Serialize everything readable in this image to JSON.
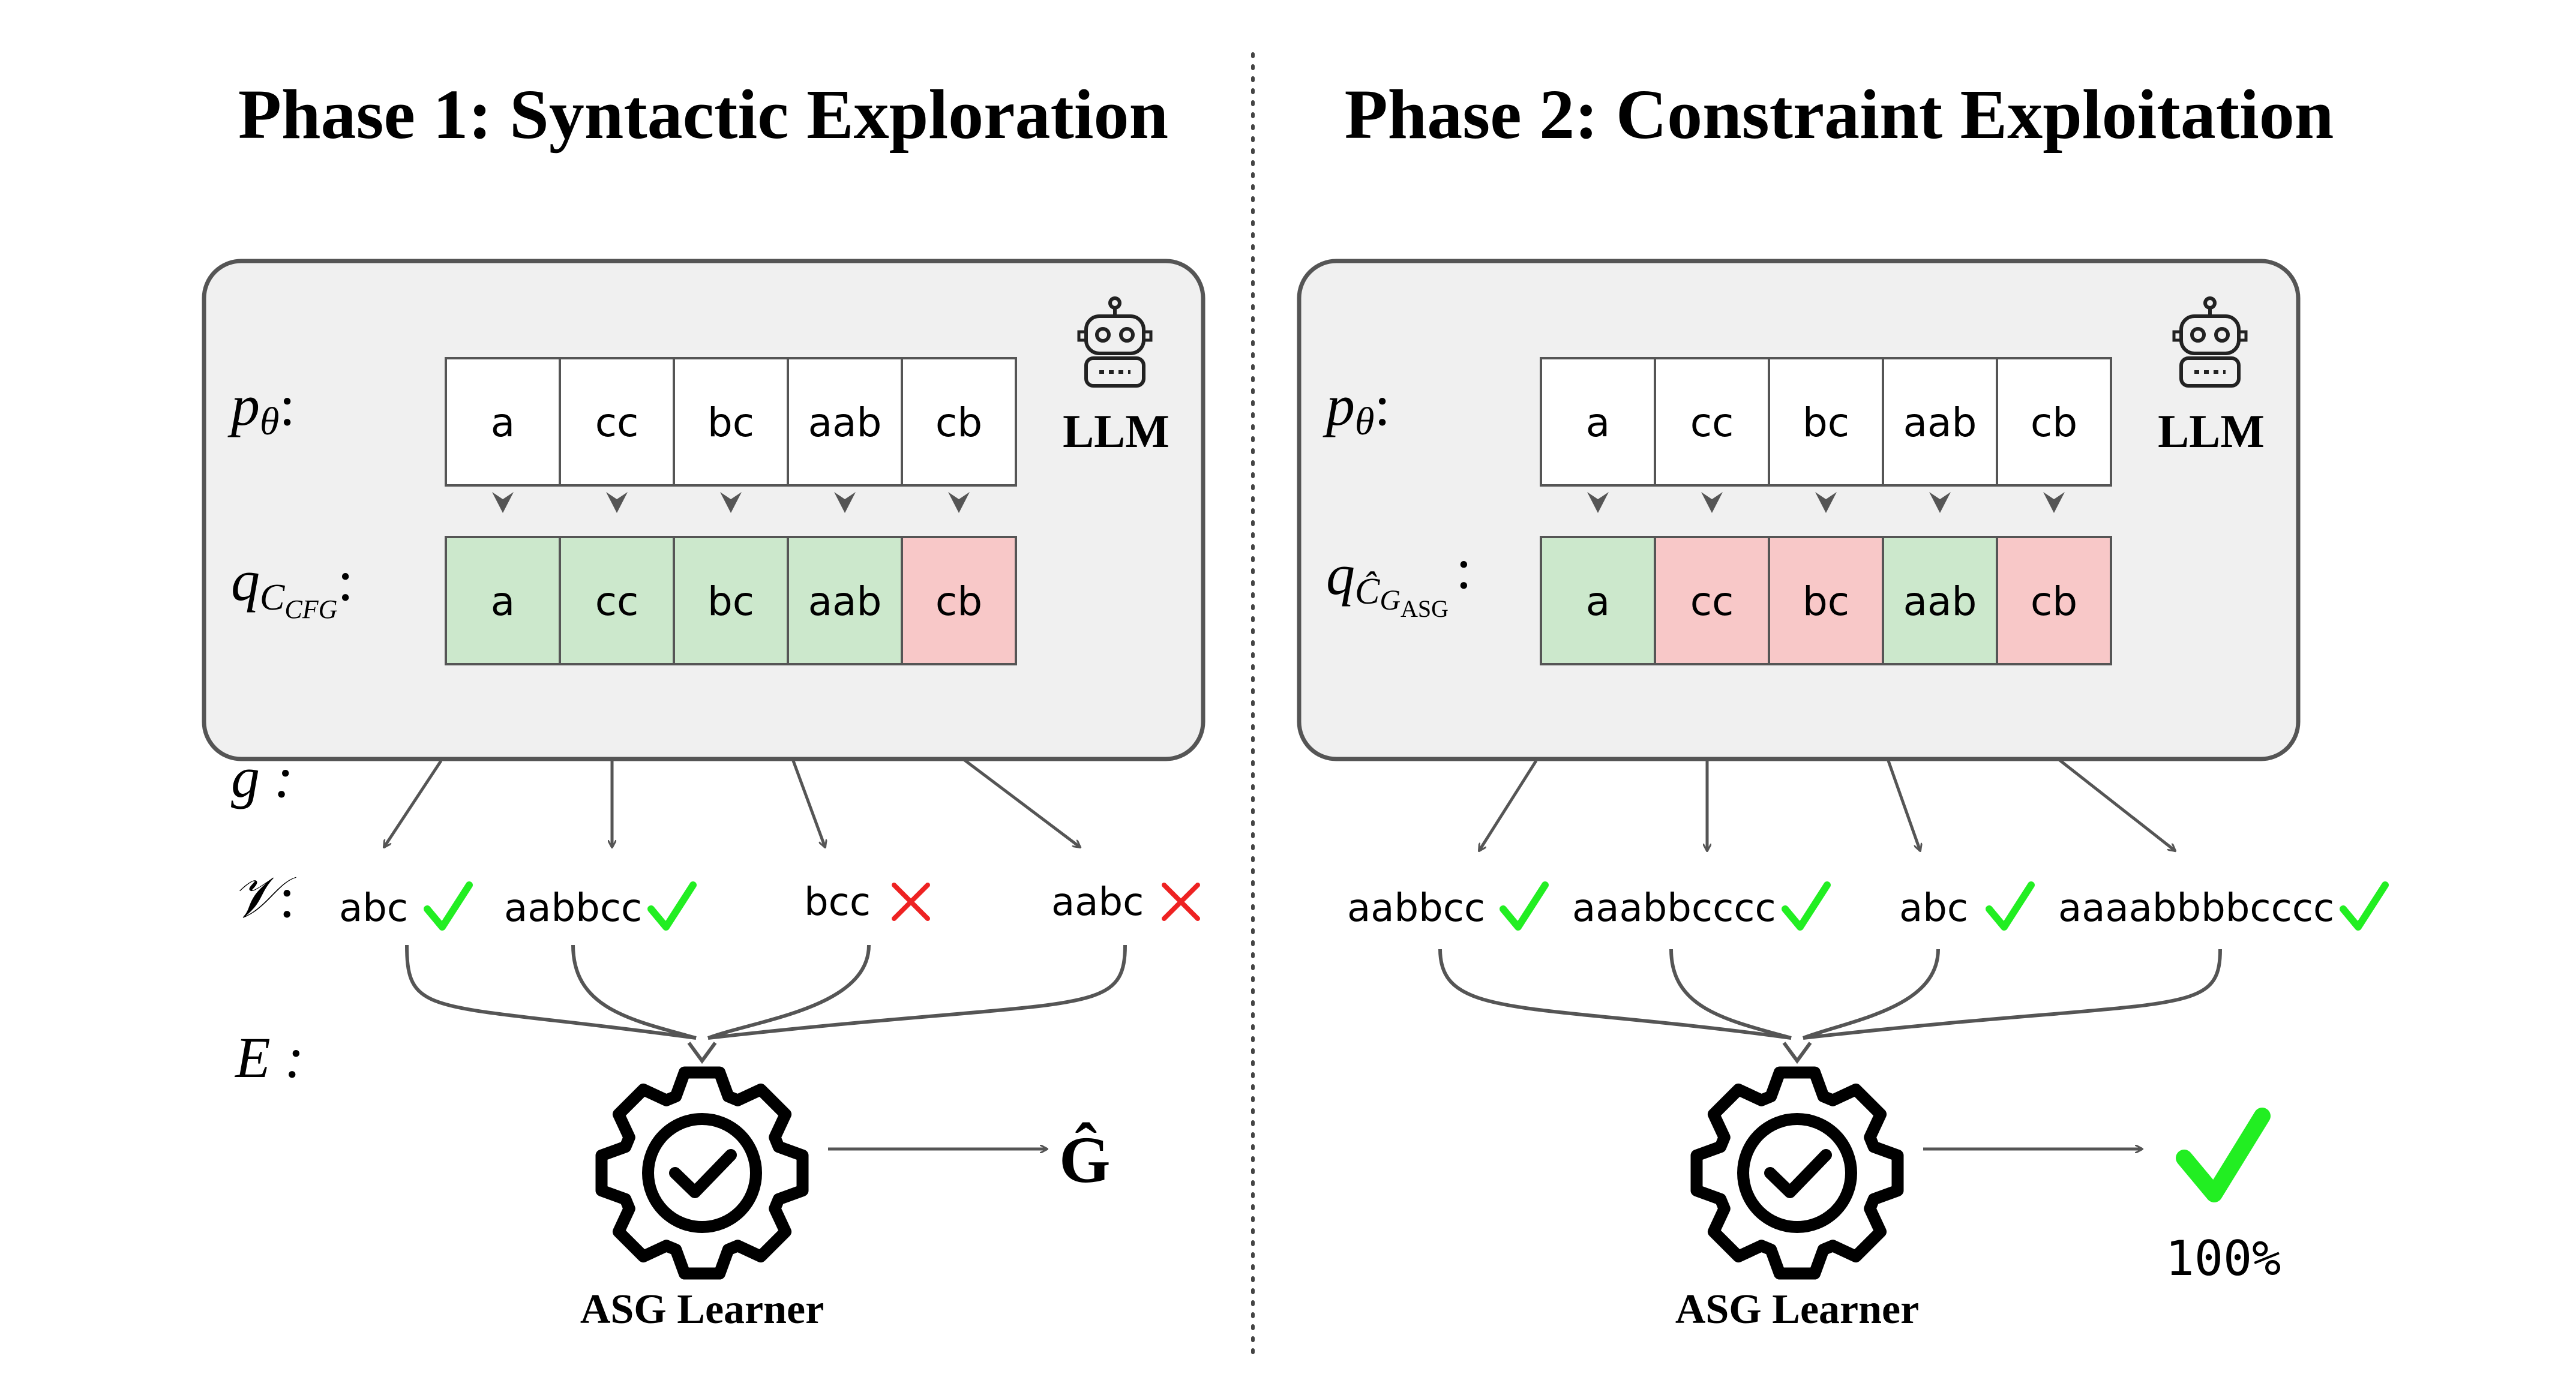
{
  "colors": {
    "panel_fill": "#f0f0f0",
    "panel_stroke": "#555555",
    "valid_fill": "#cce8cc",
    "invalid_fill": "#f8c8c8",
    "check_green": "#22ee22",
    "cross_red": "#ee2222",
    "arrow": "#555555"
  },
  "phase1": {
    "title": "Phase 1: Syntactic Exploration",
    "llm_label": "LLM",
    "p_label": {
      "sym": "p",
      "sub": "θ",
      "tail": ":"
    },
    "q_label": {
      "sym": "q",
      "sub": "C",
      "subsub": "CFG",
      "tail": ":"
    },
    "tokens_p": [
      "a",
      "cc",
      "bc",
      "aab",
      "cb"
    ],
    "tokens_q": [
      {
        "text": "a",
        "status": "valid"
      },
      {
        "text": "cc",
        "status": "valid"
      },
      {
        "text": "bc",
        "status": "valid"
      },
      {
        "text": "aab",
        "status": "valid"
      },
      {
        "text": "cb",
        "status": "invalid"
      }
    ],
    "g_label": "g :",
    "v_label": {
      "sym": "𝒱",
      "tail": ":"
    },
    "e_label": "E :",
    "samples": [
      {
        "text": "abc",
        "mark": "check"
      },
      {
        "text": "aabbcc",
        "mark": "check"
      },
      {
        "text": "bcc",
        "mark": "cross"
      },
      {
        "text": "aabc",
        "mark": "cross"
      }
    ],
    "learner_label": "ASG Learner",
    "output": "Ĝ"
  },
  "phase2": {
    "title": "Phase 2: Constraint Exploitation",
    "llm_label": "LLM",
    "p_label": {
      "sym": "p",
      "sub": "θ",
      "tail": ":"
    },
    "q_label": {
      "sym": "q",
      "sub": "Ĉ",
      "subsub": "G",
      "subsubsub": "ASG",
      "tail": ":"
    },
    "tokens_p": [
      "a",
      "cc",
      "bc",
      "aab",
      "cb"
    ],
    "tokens_q": [
      {
        "text": "a",
        "status": "valid"
      },
      {
        "text": "cc",
        "status": "invalid"
      },
      {
        "text": "bc",
        "status": "invalid"
      },
      {
        "text": "aab",
        "status": "valid"
      },
      {
        "text": "cb",
        "status": "invalid"
      }
    ],
    "samples": [
      {
        "text": "aabbcc",
        "mark": "check"
      },
      {
        "text": "aaabbcccc",
        "mark": "check"
      },
      {
        "text": "abc",
        "mark": "check"
      },
      {
        "text": "aaaabbbbcccc",
        "mark": "check"
      }
    ],
    "learner_label": "ASG Learner",
    "result": "100%"
  }
}
